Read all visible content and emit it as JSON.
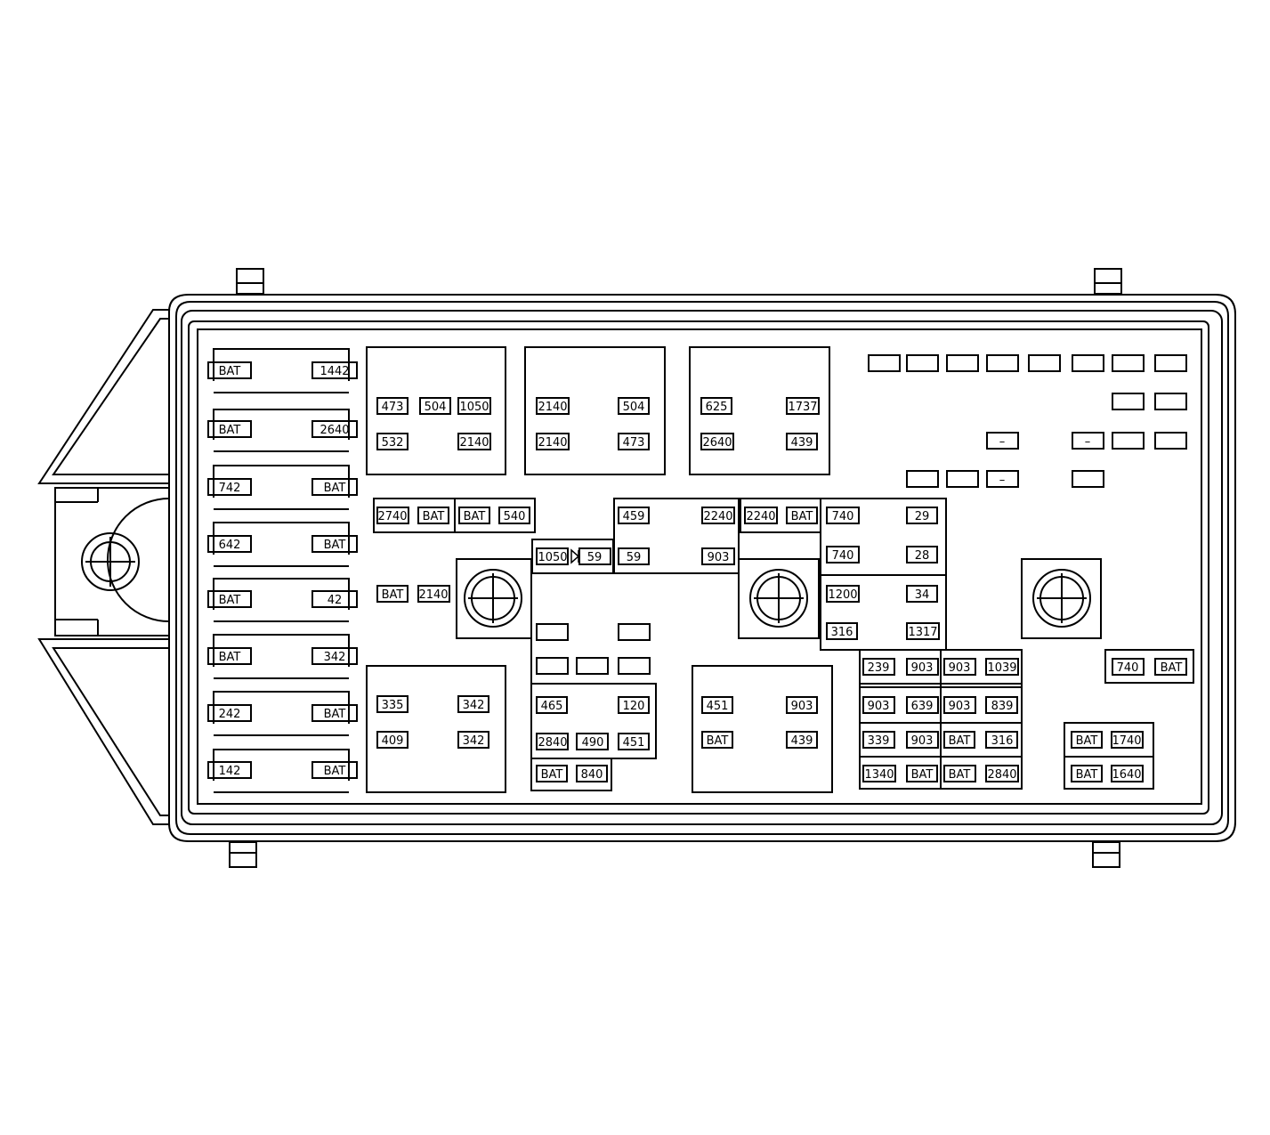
{
  "diagram": {
    "background": "#ffffff",
    "stroke": "#000000",
    "left_column_fuses": [
      {
        "a": "BAT",
        "b": "1442"
      },
      {
        "a": "BAT",
        "b": "2640"
      },
      {
        "a": "742",
        "b": "BAT"
      },
      {
        "a": "642",
        "b": "BAT"
      },
      {
        "a": "BAT",
        "b": "42"
      },
      {
        "a": "BAT",
        "b": "342"
      },
      {
        "a": "242",
        "b": "BAT"
      },
      {
        "a": "142",
        "b": "BAT"
      }
    ],
    "relays": [
      {
        "id": "relay-top-1",
        "labels": [
          "473",
          "504",
          "1050",
          "532",
          "2140"
        ]
      },
      {
        "id": "relay-top-2",
        "labels": [
          "2140",
          "504",
          "2140",
          "473"
        ]
      },
      {
        "id": "relay-top-3",
        "labels": [
          "625",
          "1737",
          "2640",
          "439"
        ]
      },
      {
        "id": "relay-bottom-left",
        "labels": [
          "335",
          "342",
          "409",
          "342"
        ]
      },
      {
        "id": "relay-bottom-mid",
        "labels": [
          "451",
          "903",
          "BAT",
          "439"
        ]
      }
    ],
    "mid_row_fuses": [
      {
        "a": "2740",
        "b": "BAT"
      },
      {
        "a": "BAT",
        "b": "540"
      },
      {
        "a": "BAT",
        "b": "2140"
      },
      {
        "a": "2240",
        "b": "BAT"
      }
    ],
    "diode": {
      "a": "1050",
      "b": "59"
    },
    "center_relay_top": {
      "labels": [
        "459",
        "2240",
        "59",
        "903"
      ]
    },
    "center_relay_bottom": {
      "labels": [
        "465",
        "120",
        "2840",
        "490",
        "451"
      ]
    },
    "center_bottom_fuse": {
      "a": "BAT",
      "b": "840"
    },
    "right_relay_1": {
      "labels": [
        "740",
        "29",
        "740",
        "28"
      ]
    },
    "right_relay_2": {
      "labels": [
        "1200",
        "34",
        "316",
        "1317"
      ]
    },
    "mini_relays": [
      {
        "a": "239",
        "b": "903"
      },
      {
        "a": "903",
        "b": "1039"
      },
      {
        "a": "903",
        "b": "639"
      },
      {
        "a": "903",
        "b": "839"
      },
      {
        "a": "339",
        "b": "903"
      },
      {
        "a": "BAT",
        "b": "316"
      },
      {
        "a": "1340",
        "b": "BAT"
      },
      {
        "a": "BAT",
        "b": "2840"
      }
    ],
    "right_fuse": {
      "a": "740",
      "b": "BAT"
    },
    "maxi_fuses": [
      {
        "a": "BAT",
        "b": "1740"
      },
      {
        "a": "BAT",
        "b": "1640"
      }
    ],
    "dash_marker": "–",
    "studs": [
      "stud-left",
      "stud-center-left",
      "stud-center-right",
      "stud-right"
    ]
  }
}
